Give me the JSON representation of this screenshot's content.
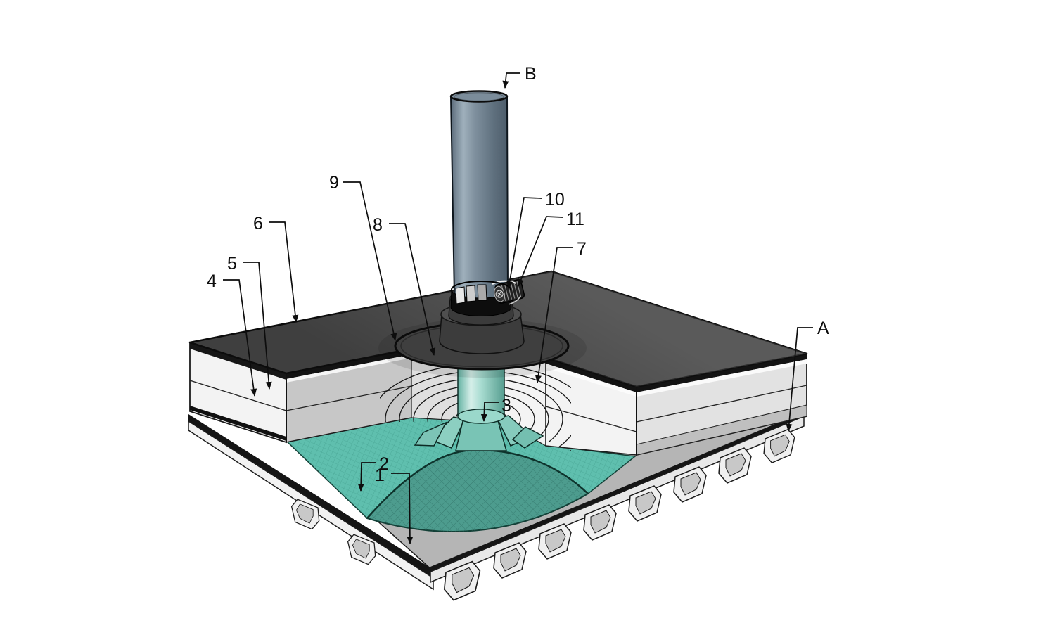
{
  "callouts": {
    "A": "A",
    "B": "B",
    "n1": "1",
    "n2": "2",
    "n3": "3",
    "n4": "4",
    "n5": "5",
    "n6": "6",
    "n7": "7",
    "n8": "8",
    "n9": "9",
    "n10": "10",
    "n11": "11"
  },
  "colors": {
    "background": "#ffffff",
    "membrane": "#3f3f3f",
    "teal": "#5fbfae",
    "tealdark": "#4d9c8e",
    "deck": "#b5b5b5",
    "insulation": "#f3f3f3",
    "pipe": "#7f909e",
    "line": "#111111"
  }
}
